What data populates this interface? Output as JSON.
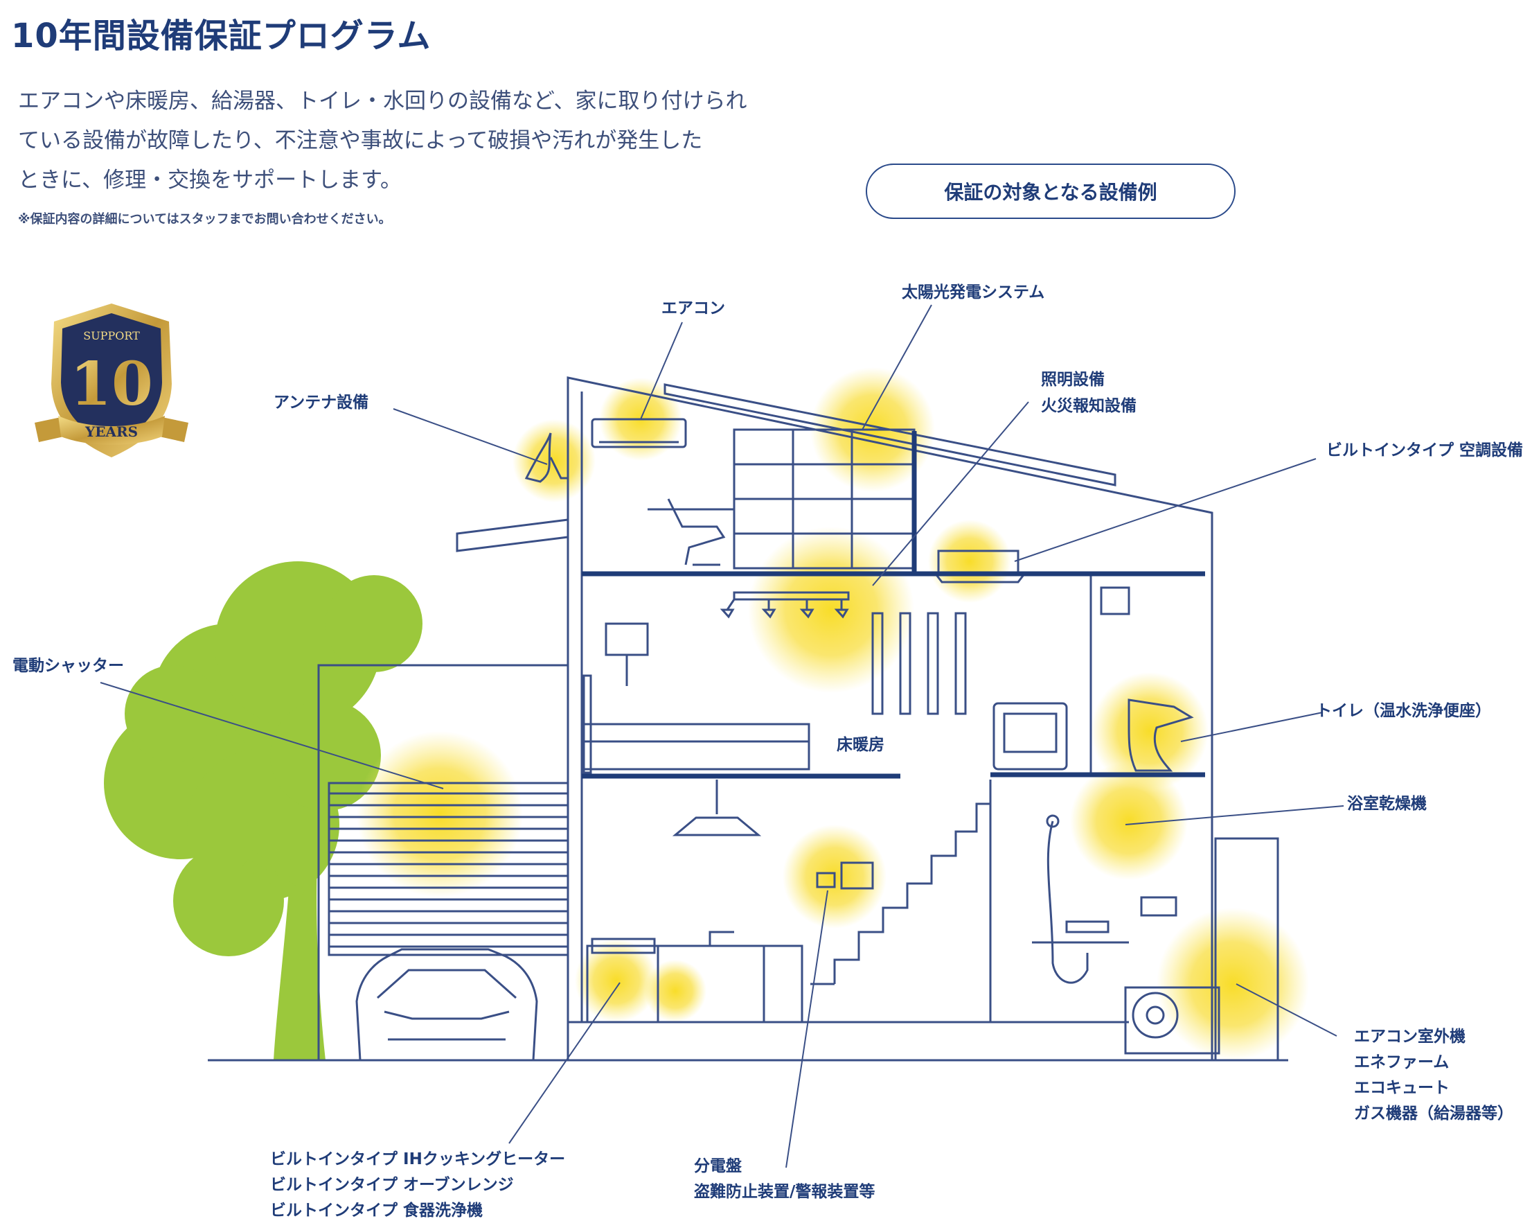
{
  "title": "10年間設備保証プログラム",
  "intro": {
    "line1": "エアコンや床暖房、給湯器、トイレ・水回りの設備など、家に取り付けられ",
    "line2": "ている設備が故障したり、不注意や事故によって破損や汚れが発生した",
    "line3": "ときに、修理・交換をサポートします。"
  },
  "note": "※保証内容の詳細についてはスタッフまでお問い合わせください。",
  "pill_label": "保証の対象となる設備例",
  "badge": {
    "top": "SUPPORT",
    "number": "10",
    "bottom": "YEARS"
  },
  "labels": {
    "aircon": "エアコン",
    "solar": "太陽光発電システム",
    "lighting": "照明設備",
    "fire_alarm": "火災報知設備",
    "antenna": "アンテナ設備",
    "builtin_ac": "ビルトインタイプ 空調設備",
    "shutter": "電動シャッター",
    "floor_heating": "床暖房",
    "toilet": "トイレ（温水洗浄便座）",
    "bath_dryer": "浴室乾燥機",
    "outdoor": [
      "エアコン室外機",
      "エネファーム",
      "エコキュート",
      "ガス機器（給湯器等）"
    ],
    "kitchen": [
      "ビルトインタイプ IHクッキングヒーター",
      "ビルトインタイプ オーブンレンジ",
      "ビルトインタイプ 食器洗浄機"
    ],
    "panel": [
      "分電盤",
      "盗難防止装置/警報装置等"
    ]
  },
  "colors": {
    "navy": "#1f3c78",
    "line": "#3a4f86",
    "glow": "#f7dd2c",
    "tree": "#9bc83c"
  }
}
